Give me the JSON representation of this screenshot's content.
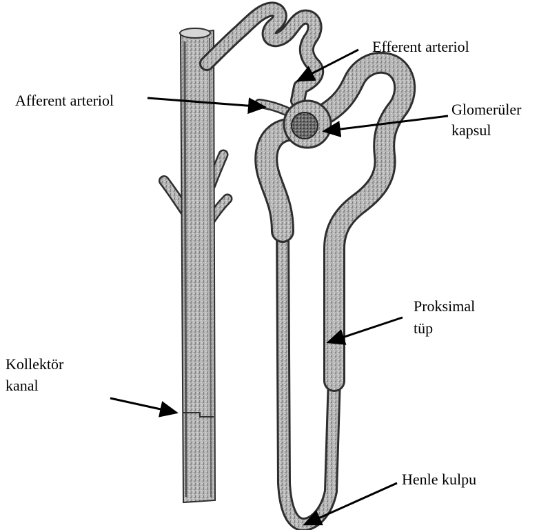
{
  "labels": {
    "efferent_arteriol": "Efferent arteriol",
    "afferent_arteriol": "Afferent arteriol",
    "glomeruler_line1": "Glomerüler",
    "glomeruler_line2": "kapsul",
    "proksimal_line1": "Proksimal",
    "proksimal_line2": "tüp",
    "kollektor_line1": "Kollektör",
    "kollektor_line2": "kanal",
    "henle": "Henle kulpu"
  },
  "colors": {
    "tube_fill": "#b5b5b5",
    "tube_outline": "#2e2e2e",
    "arrow": "#000000",
    "background": "#ffffff"
  }
}
